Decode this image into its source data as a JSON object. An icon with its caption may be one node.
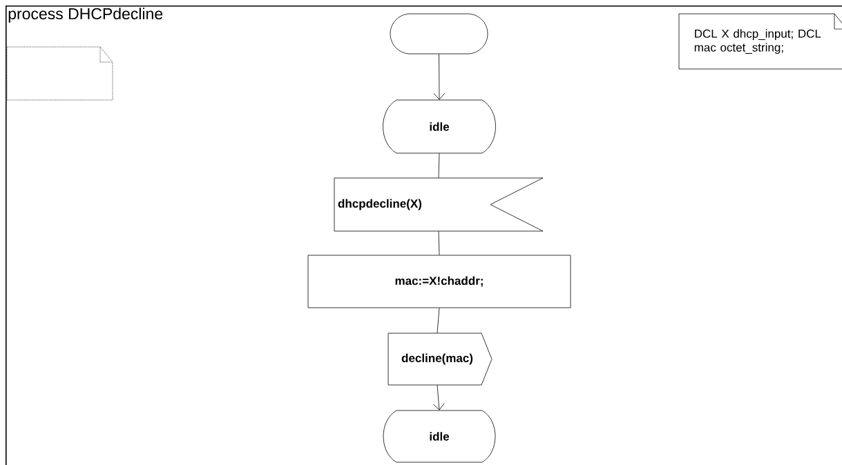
{
  "diagram": {
    "nodes": [
      {
        "text": [
          "process DHCPdecline"
        ]
      },
      {
        "text": [],
        "shape": "box",
        "in": 0
      },
      {
        "text": [
          "DCL X dhcp_input; DCL mac octet_string;"
        ],
        "in": 0
      },
      {
        "text": [],
        "shape": "box",
        "in": 0
      },
      {
        "text": [
          "idle"
        ],
        "in": 0
      },
      {
        "text": [
          "dhcpdecline(X)"
        ],
        "in": 0
      },
      {
        "text": [
          "mac:=X!chaddr;"
        ],
        "in": 0
      },
      {
        "text": [
          "decline(mac)"
        ],
        "in": 0
      },
      {
        "text": [
          "idle"
        ],
        "in": 0
      }
    ],
    "edges": [
      {
        "from": 3,
        "to": 4,
        "arrow": "to"
      },
      {
        "from": 4,
        "to": 5,
        "arrow": "none"
      },
      {
        "from": 5,
        "to": 6,
        "arrow": "none"
      },
      {
        "from": 6,
        "to": 7,
        "arrow": "none"
      },
      {
        "from": 7,
        "to": 8,
        "arrow": "to"
      }
    ]
  }
}
